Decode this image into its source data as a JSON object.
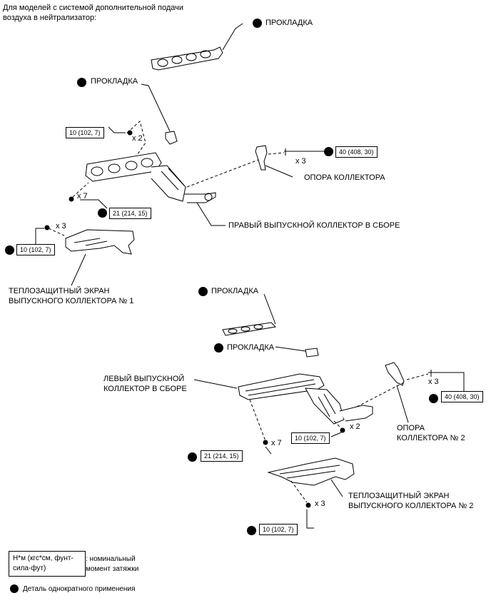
{
  "header": {
    "line1": "Для моделей с системой дополнительной подачи",
    "line2": "воздуха в нейтрализатор:"
  },
  "labels": {
    "gasket_top": "ПРОКЛАДКА",
    "gasket_right_mid": "ПРОКЛАДКА",
    "manifold_stay": "ОПОРА КОЛЛЕКТОРА",
    "right_manifold": "ПРАВЫЙ ВЫПУСКНОЙ КОЛЛЕКТОР В СБОРЕ",
    "heat_insulator_1_l1": "ТЕПЛОЗАЩИТНЫЙ ЭКРАН",
    "heat_insulator_1_l2": "ВЫПУСКНОГО КОЛЛЕКТОРА № 1",
    "gasket_left_1": "ПРОКЛАДКА",
    "gasket_left_2": "ПРОКЛАДКА",
    "left_manifold_l1": "ЛЕВЫЙ ВЫПУСКНОЙ",
    "left_manifold_l2": "КОЛЛЕКТОР В СБОРЕ",
    "manifold_stay_2_l1": "ОПОРА",
    "manifold_stay_2_l2": "КОЛЛЕКТОРА № 2",
    "heat_insulator_2_l1": "ТЕПЛОЗАЩИТНЫЙ ЭКРАН",
    "heat_insulator_2_l2": "ВЫПУСКНОГО КОЛЛЕКТОРА № 2"
  },
  "torques": {
    "t_10_a": "10 (102, 7)",
    "t_40_a": "40 (408, 30)",
    "t_21_a": "21 (214, 15)",
    "t_10_b": "10 (102, 7)",
    "t_40_b": "40 (408, 30)",
    "t_10_c": "10 (102, 7)",
    "t_21_b": "21 (214, 15)",
    "t_10_d": "10 (102, 7)"
  },
  "quantities": {
    "q1": "x 2",
    "q2": "x 3",
    "q3": "x 7",
    "q4": "x 3",
    "q5": "x 3",
    "q6": "x 2",
    "q7": "x 7",
    "q8": "x 3"
  },
  "legend": {
    "torque_box": "Н*м (кгс*см, фунт-сила-фут)",
    "torque_desc_l1": ": номинальный",
    "torque_desc_l2": "момент затяжки",
    "non_reusable": "Деталь однократного применения"
  }
}
